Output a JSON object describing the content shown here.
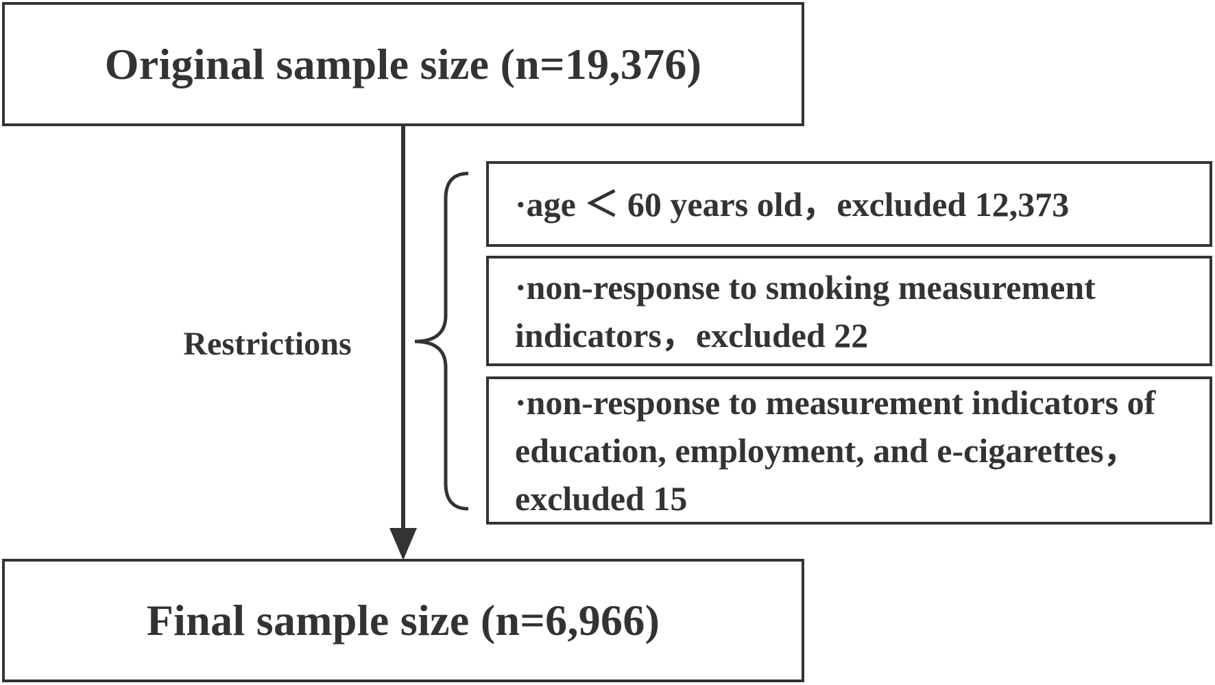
{
  "diagram": {
    "original_box": {
      "text": "Original sample size (n=19,376)"
    },
    "restrictions_label": "Restrictions",
    "exclusions": [
      {
        "text": "·age ＜ 60 years old，excluded 12,373"
      },
      {
        "text": "·non-response to smoking measurement indicators，excluded 22"
      },
      {
        "text": "·non-response to measurement indicators of education, employment, and e-cigarettes，excluded 15"
      }
    ],
    "final_box": {
      "text": "Final sample size (n=6,966)"
    }
  },
  "colors": {
    "stroke": "#333333",
    "text": "#333333",
    "background": "#ffffff"
  }
}
